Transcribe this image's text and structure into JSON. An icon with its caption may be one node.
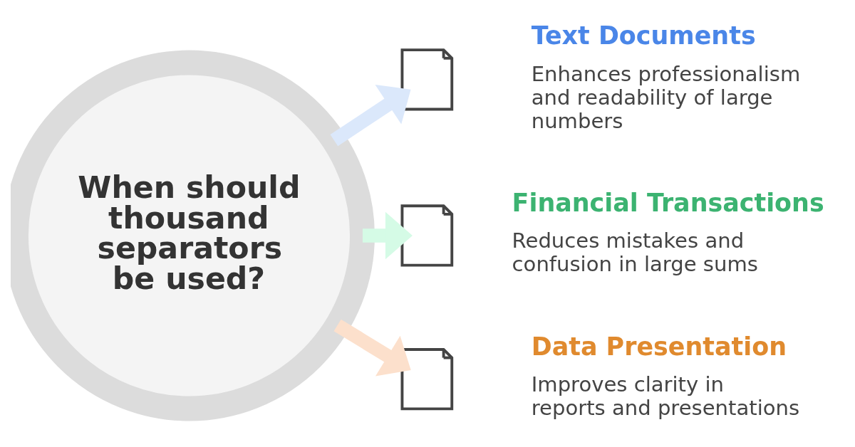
{
  "diagram": {
    "nodes": [
      {
        "text": [
          "When should thousand separators be used?"
        ]
      },
      {
        "text": [],
        "shape": "picture"
      },
      {
        "text": [
          "Text Documents",
          "Enhances professionalism and readability of large numbers"
        ]
      },
      {
        "text": [],
        "shape": "picture"
      },
      {
        "text": [
          "Financial Transactions",
          "Reduces mistakes and confusion in large sums"
        ]
      },
      {
        "text": [],
        "shape": "picture"
      },
      {
        "text": [
          "Data Presentation",
          "Improves clarity in reports and presentations"
        ]
      }
    ],
    "edges": [
      {
        "from": 0,
        "to": 1,
        "arrow": "to",
        "color": "#dbe8fb"
      },
      {
        "from": 0,
        "to": 3,
        "arrow": "to",
        "color": "#d5fbe6"
      },
      {
        "from": 0,
        "to": 5,
        "arrow": "to",
        "color": "#fce0cc"
      }
    ]
  }
}
